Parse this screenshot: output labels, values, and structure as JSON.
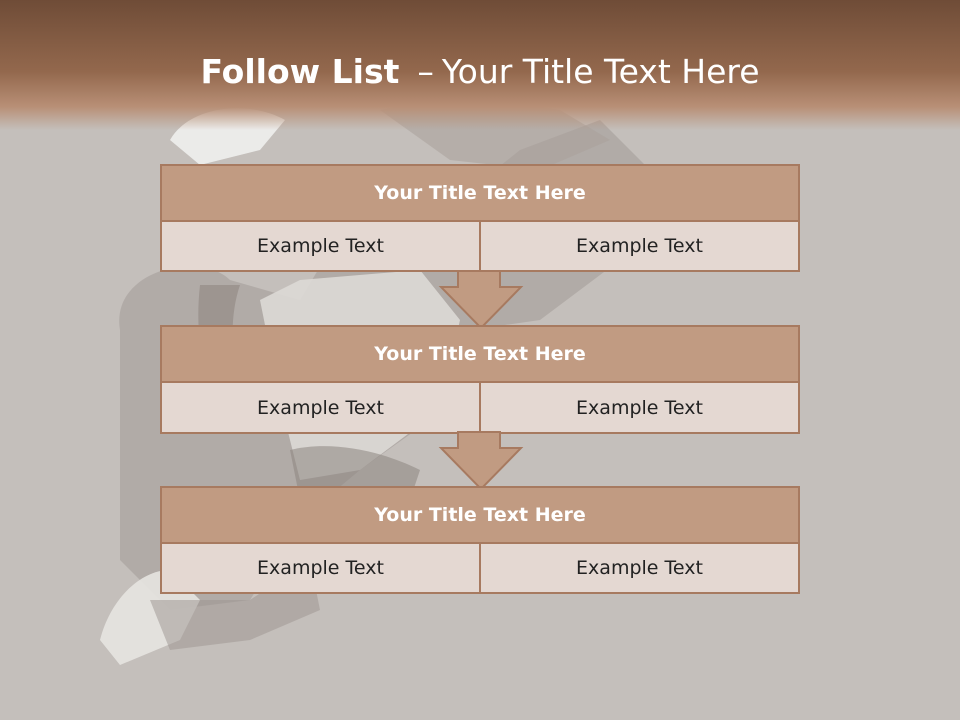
{
  "slide": {
    "title_bold": "Follow List",
    "title_sep": "–",
    "title_rest": "Your Title Text Here"
  },
  "blocks": [
    {
      "title": "Your Title Text Here",
      "left": "Example Text",
      "right": "Example Text"
    },
    {
      "title": "Your Title Text Here",
      "left": "Example Text",
      "right": "Example Text"
    },
    {
      "title": "Your Title Text Here",
      "left": "Example Text",
      "right": "Example Text"
    }
  ],
  "colors": {
    "header": "#7a533e",
    "block_title_fill": "#c19b82",
    "block_row_fill": "#e4d8d2",
    "block_border": "#a77a60",
    "arrow_fill": "#c19b82"
  },
  "icons": {
    "flow_arrow": "down-arrow-icon"
  }
}
